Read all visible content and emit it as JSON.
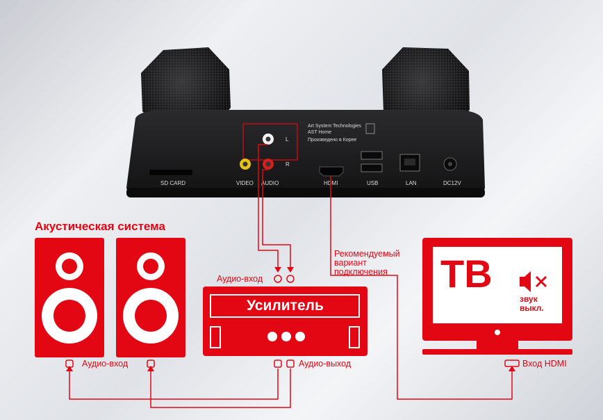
{
  "device": {
    "brand_line1": "Art System Technologies",
    "brand_line2": "AST Home",
    "made_in": "Произведено в Корее",
    "port_l": "L",
    "port_r": "R",
    "sd_card": "SD CARD",
    "video": "VIDEO",
    "audio": "AUDIO",
    "hdmi": "HDMI",
    "usb": "USB",
    "lan": "LAN",
    "dc": "DC12V"
  },
  "speakers": {
    "title": "Акустическая система",
    "input_label": "Аудио-вход"
  },
  "amplifier": {
    "title": "Усилитель",
    "input_label": "Аудио-вход",
    "output_label": "Аудио-выход"
  },
  "tv": {
    "title": "ТВ",
    "sound_off_line1": "звук",
    "sound_off_line2": "выкл.",
    "hdmi_input_label": "Вход HDMI"
  },
  "recommendation": {
    "line1": "Рекомендуемый",
    "line2": "вариант",
    "line3": "подключения"
  },
  "colors": {
    "accent": "#e30613",
    "device_body": "#1c1c1e"
  }
}
